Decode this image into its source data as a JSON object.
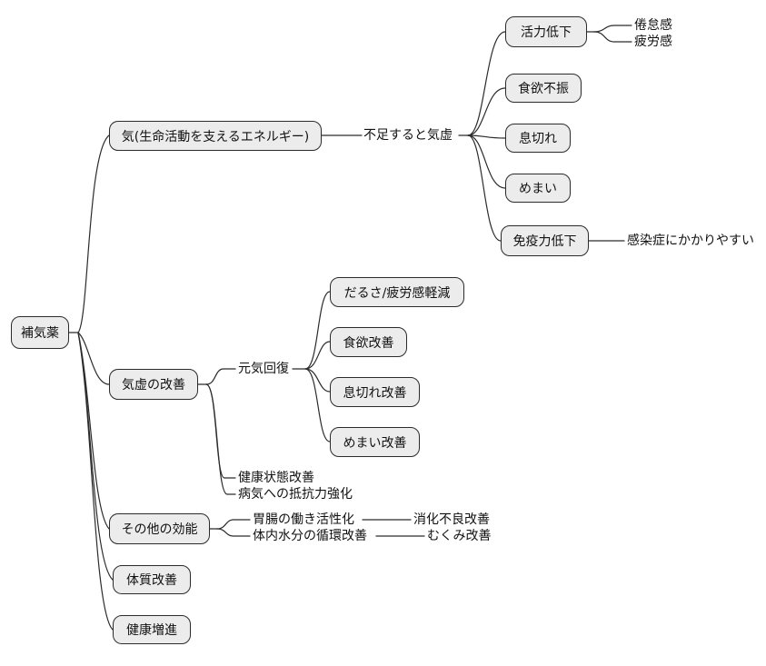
{
  "colors": {
    "background": "#ffffff",
    "node_fill": "#ececec",
    "node_border": "#2b2b2b",
    "line_color": "#2b2b2b",
    "text_color": "#111111"
  },
  "tree": {
    "root": "補気薬",
    "branches": [
      {
        "label": "気(生命活動を支えるエネルギー)",
        "children": [
          {
            "label": "不足すると気虚",
            "children": [
              {
                "label": "活力低下",
                "children": [
                  {
                    "label": "倦怠感"
                  },
                  {
                    "label": "疲労感"
                  }
                ]
              },
              {
                "label": "食欲不振"
              },
              {
                "label": "息切れ"
              },
              {
                "label": "めまい"
              },
              {
                "label": "免疫力低下",
                "children": [
                  {
                    "label": "感染症にかかりやすい"
                  }
                ]
              }
            ]
          }
        ]
      },
      {
        "label": "気虚の改善",
        "children": [
          {
            "label": "元気回復",
            "children": [
              {
                "label": "だるさ/疲労感軽減"
              },
              {
                "label": "食欲改善"
              },
              {
                "label": "息切れ改善"
              },
              {
                "label": "めまい改善"
              }
            ]
          },
          {
            "label": "健康状態改善"
          },
          {
            "label": "病気への抵抗力強化"
          }
        ]
      },
      {
        "label": "その他の効能",
        "children": [
          {
            "label": "胃腸の働き活性化",
            "children": [
              {
                "label": "消化不良改善"
              }
            ]
          },
          {
            "label": "体内水分の循環改善",
            "children": [
              {
                "label": "むくみ改善"
              }
            ]
          }
        ]
      },
      {
        "label": "体質改善"
      },
      {
        "label": "健康増進"
      }
    ]
  }
}
